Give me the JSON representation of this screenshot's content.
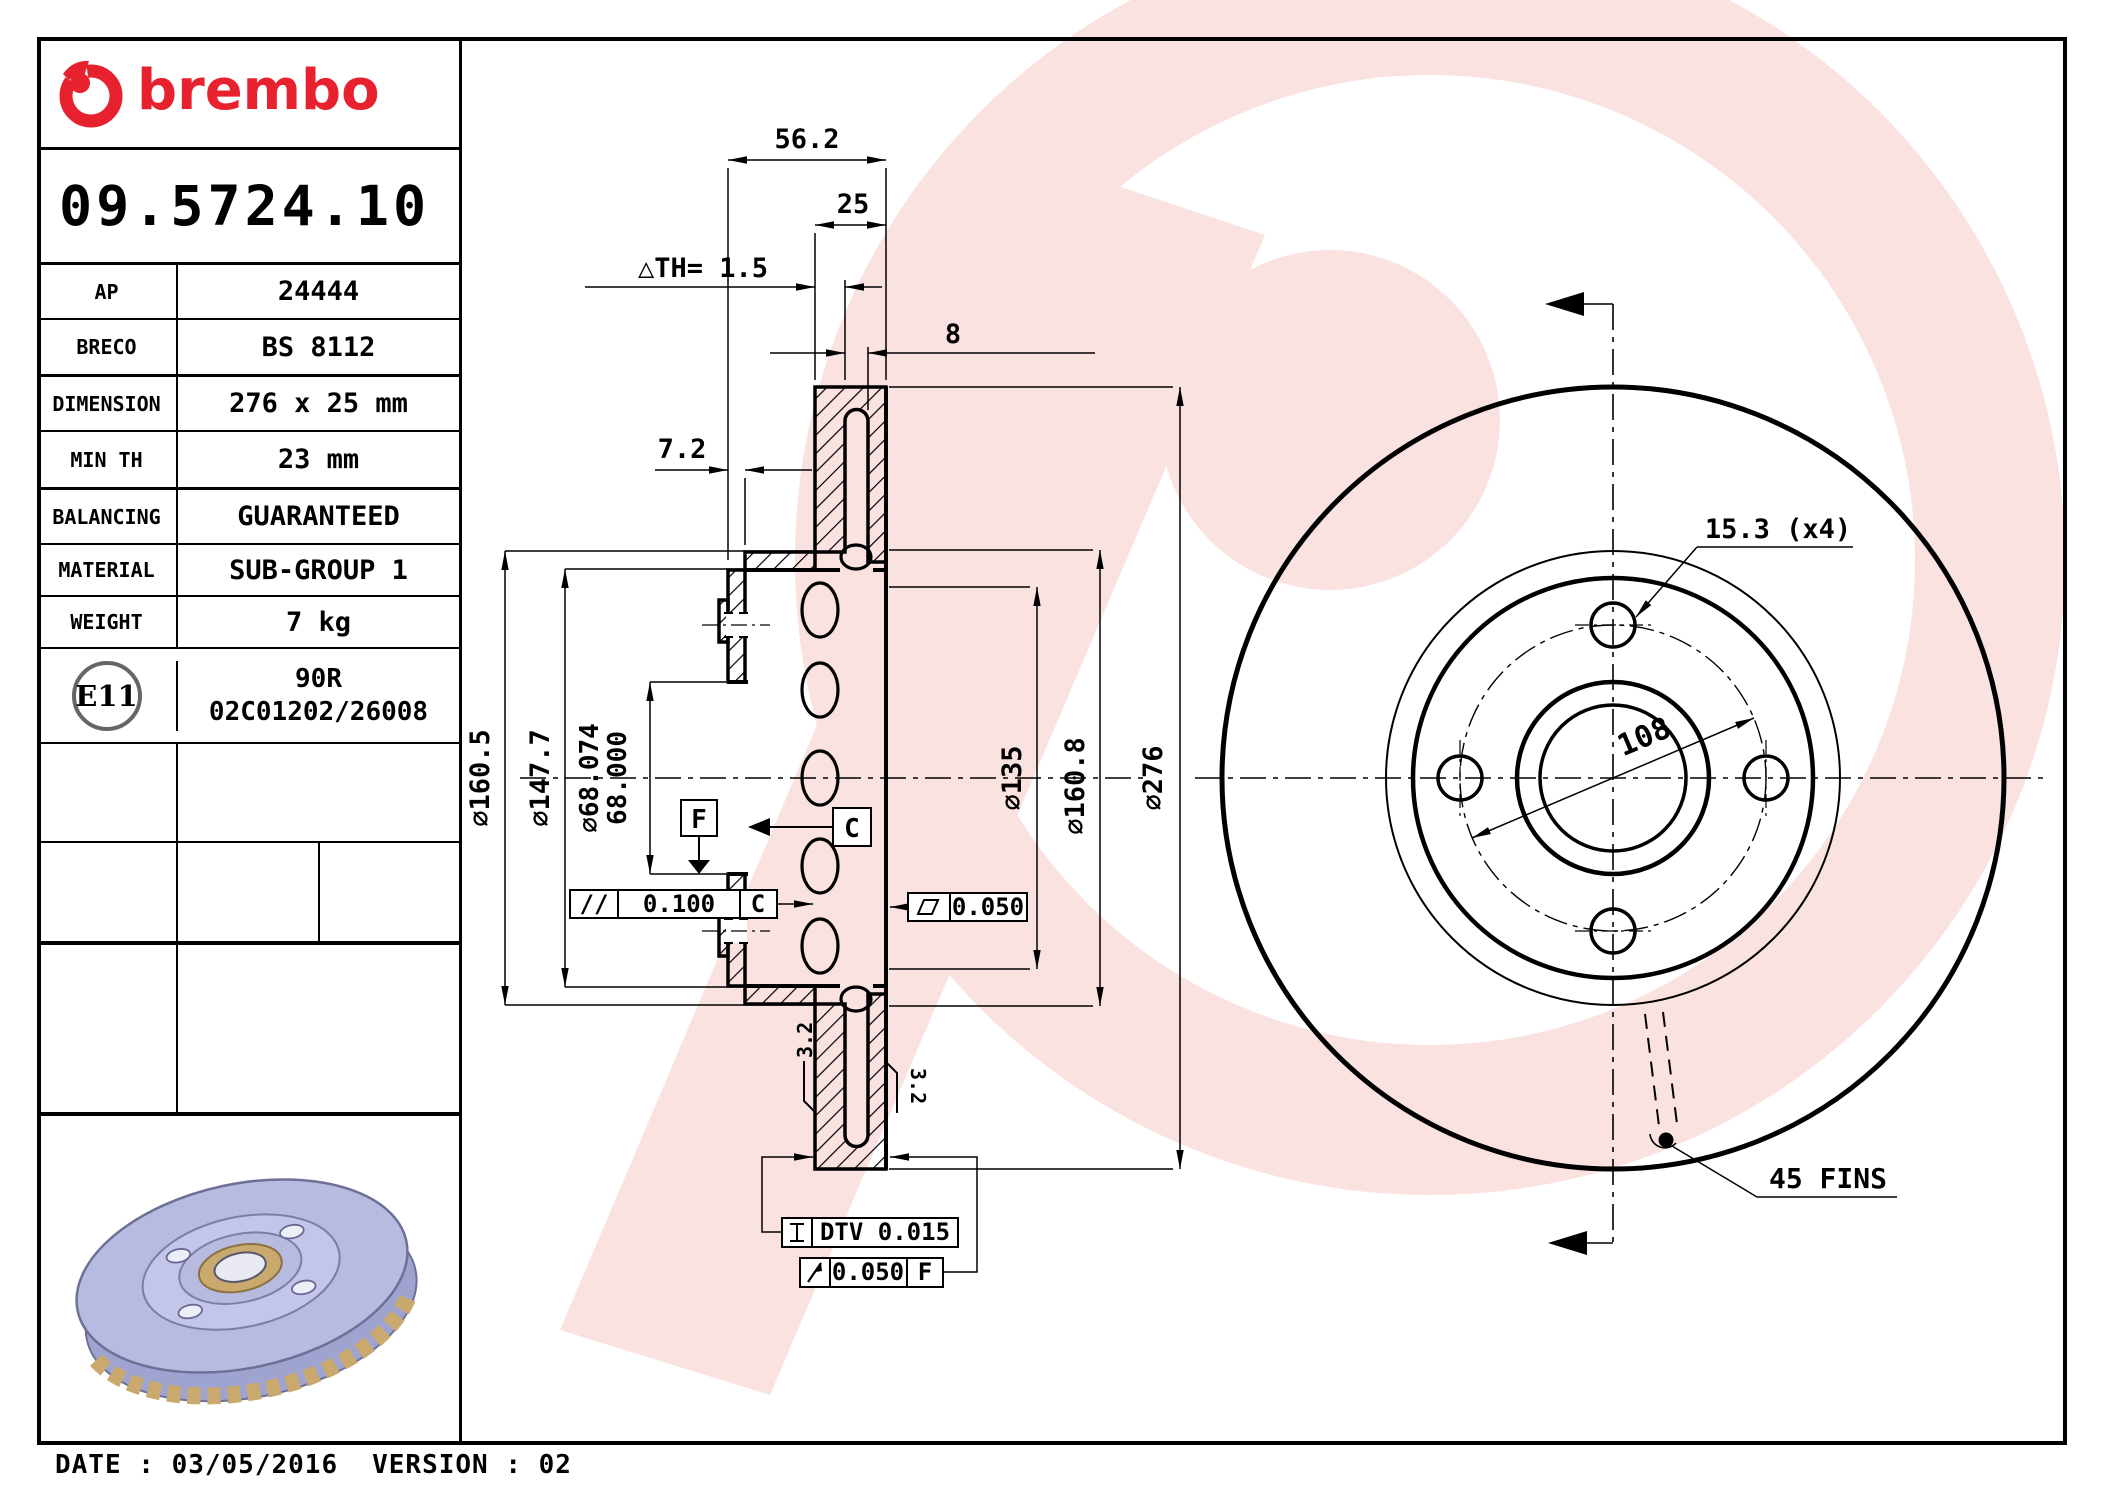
{
  "colors": {
    "brand_red": "#e8212e",
    "line_black": "#000000",
    "watermark_pink": "#f9e2df",
    "disc_lavender": "#b7bbdf",
    "disc_gold": "#c9a96e"
  },
  "title_block": {
    "brand": "brembo",
    "part_number": "09.5724.10",
    "rows": [
      {
        "label": "AP",
        "value": "24444"
      },
      {
        "label": "BRECO",
        "value": "BS 8112"
      },
      {
        "label": "DIMENSION",
        "value": "276 x 25 mm"
      },
      {
        "label": "MIN TH",
        "value": "23 mm"
      },
      {
        "label": "BALANCING",
        "value": "GUARANTEED"
      },
      {
        "label": "MATERIAL",
        "value": "SUB-GROUP 1"
      },
      {
        "label": "WEIGHT",
        "value": "7 kg"
      }
    ],
    "approval": {
      "badge": "E11",
      "line1": "90R",
      "line2": "02C01202/26008"
    }
  },
  "drawing": {
    "section": {
      "dim_overall_width": "56.2",
      "dim_disc_thickness": "25",
      "dim_th": "△TH= 1.5",
      "dim_vent": "8",
      "dim_hat": "7.2",
      "dia_160_5": "⌀160.5",
      "dia_147_7": "⌀147.7",
      "dia_bore_upper": "⌀68.074",
      "dia_bore_lower": "68.000",
      "dia_135": "⌀135",
      "dia_160_8": "⌀160.8",
      "dia_276": "⌀276",
      "datum_f": "F",
      "datum_c": "C",
      "fcf_parallelism_sym": "//",
      "fcf_parallelism_val": "0.100",
      "fcf_parallelism_ref": "C",
      "fcf_flatness_val": "0.050",
      "fcf_dtv_val": "DTV 0.015",
      "fcf_runout_val": "0.050",
      "fcf_runout_ref": "F",
      "roughness_left": "3.2",
      "roughness_right": "3.2"
    },
    "front": {
      "dim_bolt_holes": "15.3 (x4)",
      "dim_bolt_circle": "108",
      "label_fins": "45 FINS"
    }
  },
  "footer": {
    "date_text": "DATE : 03/05/2016",
    "version_text": "VERSION : 02"
  }
}
